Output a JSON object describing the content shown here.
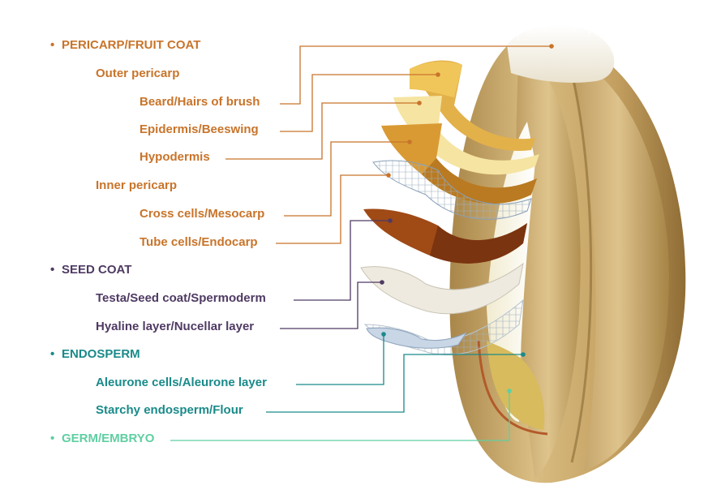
{
  "colors": {
    "pericarp": "#c8742a",
    "seed_coat": "#4f3a63",
    "endosperm": "#1a8a8a",
    "germ": "#5fcfa3",
    "grain": "#c9a463"
  },
  "labels": {
    "pericarp": "PERICARP/FRUIT COAT",
    "outer_pericarp": "Outer pericarp",
    "beard": "Beard/Hairs of brush",
    "epidermis": "Epidermis/Beeswing",
    "hypodermis": "Hypodermis",
    "inner_pericarp": "Inner pericarp",
    "cross_cells": "Cross cells/Mesocarp",
    "tube_cells": "Tube cells/Endocarp",
    "seed_coat": "SEED COAT",
    "testa": "Testa/Seed coat/Spermoderm",
    "hyaline": "Hyaline layer/Nucellar layer",
    "endosperm": "ENDOSPERM",
    "aleurone": "Aleurone cells/Aleurone layer",
    "starchy": "Starchy endosperm/Flour",
    "germ": "GERM/EMBRYO"
  },
  "bullet_glyph": "•"
}
